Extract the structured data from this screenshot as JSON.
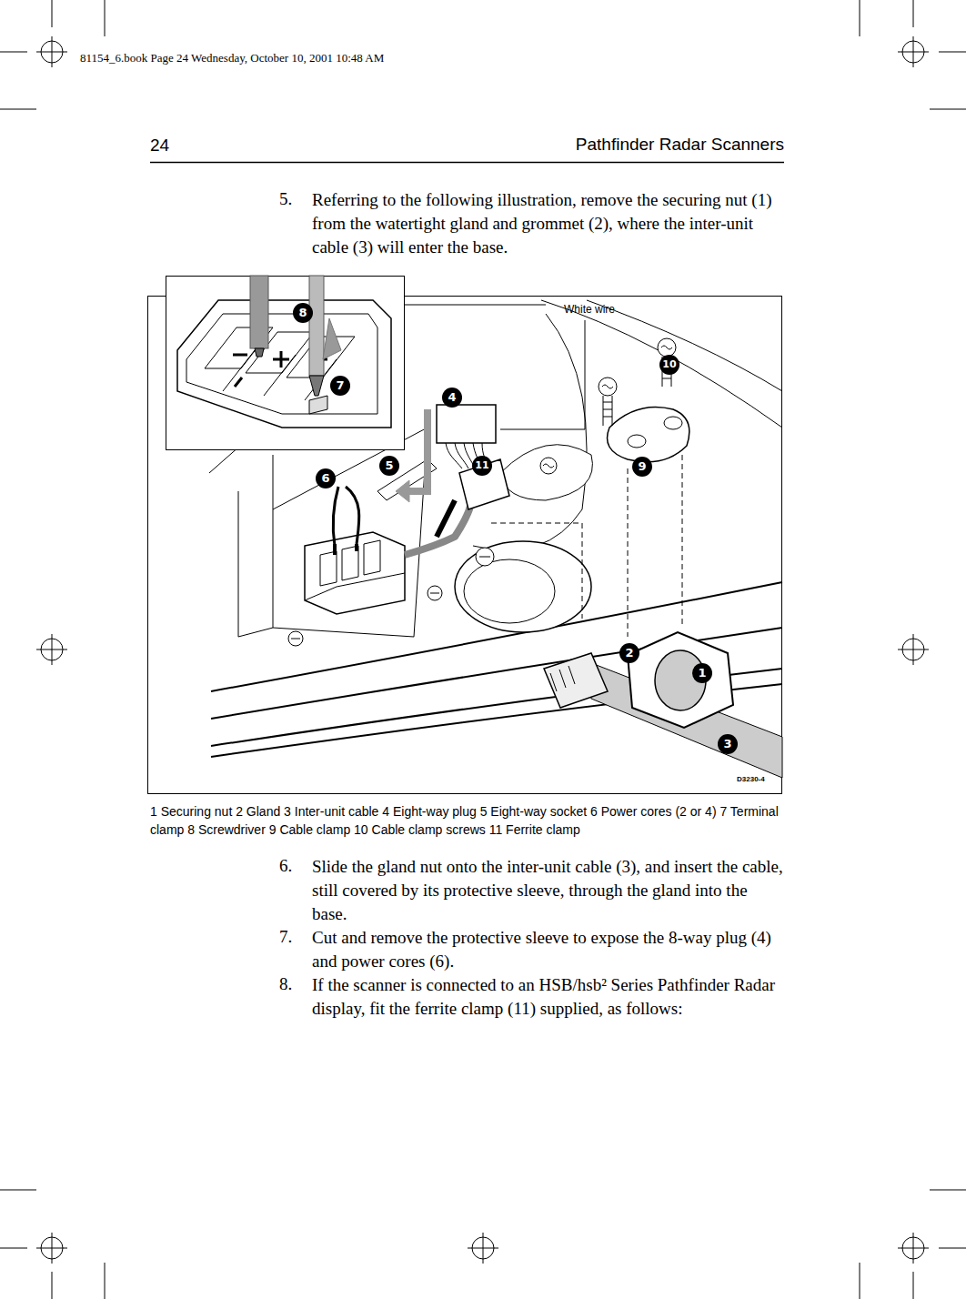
{
  "diagram": {
    "title": "Pathfinder Radar Scanners",
    "caption": "1 Securing nut 2 Gland 3 Inter-unit cable 4 Eight-way plug 5 Eight-way socket 6 Power cores (2 or 4) 7 Terminal clamp 8 Screwdriver 9 Cable clamp 10 Cable clamp screws 11 Ferrite clamp",
    "labels": [
      "81154_6.book Page 24 Wednesday, October 10, 2001 10:48 AM",
      "24",
      "5.",
      "Referring to the following illustration, remove the securing nut (1) from the watertight gland and grommet (2), where the inter-unit cable (3) will enter the base.",
      "White wire",
      "8",
      "7",
      "4",
      "10",
      "6",
      "5",
      "11",
      "9",
      "2",
      "1",
      "3",
      "D3230-4",
      "6.",
      "Slide the gland nut onto the inter-unit cable (3), and insert the cable, still covered by its protective sleeve, through the gland into the base.",
      "7.",
      "Cut and remove the protective sleeve to expose the 8-way plug (4) and power cores (6).",
      "8.",
      "If the scanner is connected to an HSB/hsb² Series Pathfinder Radar display, fit the ferrite clamp (11) supplied, as follows:"
    ]
  }
}
